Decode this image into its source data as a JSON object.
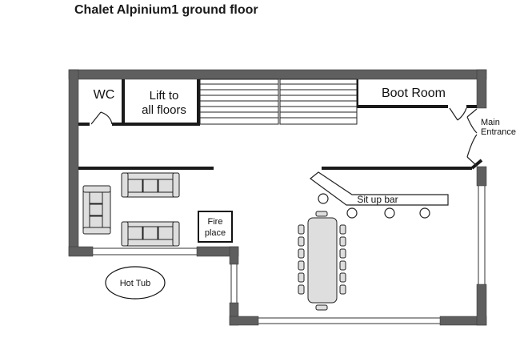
{
  "title": "Chalet Alpinium1 ground floor",
  "rooms": {
    "wc": "WC",
    "lift_line1": "Lift to",
    "lift_line2": "all floors",
    "boot_room": "Boot Room",
    "main_entrance_line1": "Main",
    "main_entrance_line2": "Entrance",
    "sit_up_bar": "Sit up bar",
    "fire_place_line1": "Fire",
    "fire_place_line2": "place",
    "hot_tub": "Hot Tub"
  },
  "colors": {
    "wall": "#5f5f5f",
    "furniture_fill": "#dedede",
    "stroke": "#222222"
  }
}
